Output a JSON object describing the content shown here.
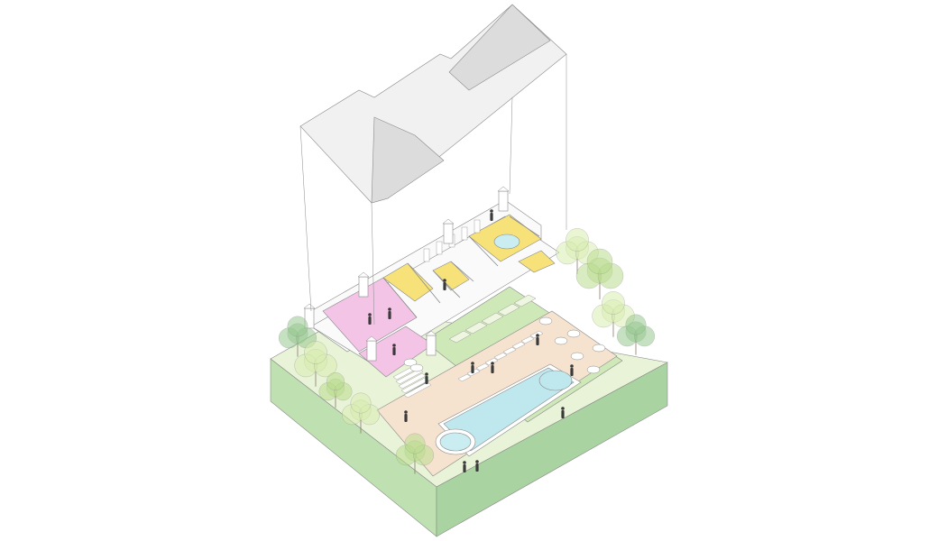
{
  "diagram": {
    "style": "axonometric-exploded",
    "colors": {
      "background": "#ffffff",
      "outline": "#8a8a8a",
      "roof": "#f1f1f1",
      "roof_shadow": "#dcdcdc",
      "ground_top": "#e8f3d8",
      "ground_side_left": "#bfe0b0",
      "ground_side_right": "#a9d3a0",
      "lawn": "#cfe8b8",
      "deck": "#f5e3cf",
      "pool_water": "#bfe8ee",
      "spa_water": "#c9edf1",
      "pink_zone": "#f3c4e6",
      "yellow_zone": "#f7e27a",
      "wall": "#fafafa",
      "tree_light": "#d8ecb0",
      "tree_mid": "#b9dd8e",
      "tree_dark": "#98c98f",
      "tree_trunk": "#8a7a6a",
      "figure": "#3a3a3a",
      "furniture": "#ffffff"
    },
    "icons": [
      "people-figures",
      "sun-loungers",
      "round-tables",
      "trees",
      "roof",
      "pool",
      "spa"
    ]
  }
}
